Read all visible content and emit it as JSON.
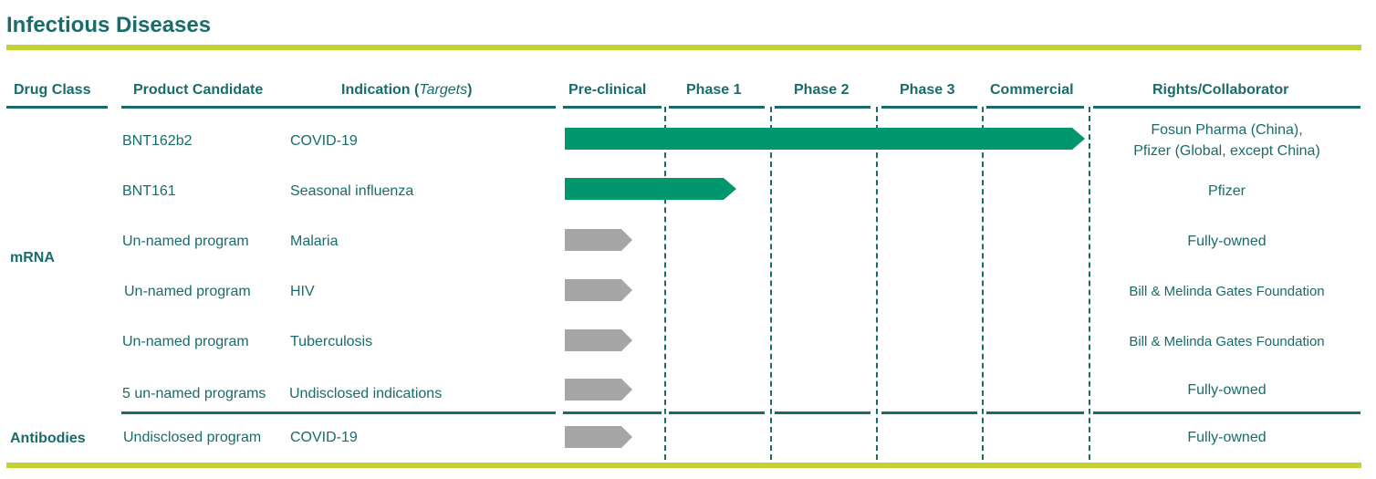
{
  "title": "Infectious Diseases",
  "headers": {
    "drug_class": "Drug Class",
    "product_candidate": "Product Candidate",
    "indication": "Indication",
    "indication_targets": "Targets",
    "preclinical": "Pre-clinical",
    "phase1": "Phase 1",
    "phase2": "Phase 2",
    "phase3": "Phase 3",
    "commercial": "Commercial",
    "rights": "Rights/Collaborator"
  },
  "drug_classes": {
    "mrna": "mRNA",
    "antibodies": "Antibodies"
  },
  "rows": [
    {
      "product": "BNT162b2",
      "indication": "COVID-19",
      "rights_line1": "Fosun Pharma (China),",
      "rights_line2": "Pfizer (Global, except China)",
      "stage": "Commercial",
      "stage_progress": 1.0
    },
    {
      "product": "BNT161",
      "indication": "Seasonal influenza",
      "rights_line1": "Pfizer",
      "rights_line2": "",
      "stage": "Phase 1",
      "stage_progress": 0.33
    },
    {
      "product": "Un-named program",
      "indication": "Malaria",
      "rights_line1": "Fully-owned",
      "rights_line2": "",
      "stage": "Pre-clinical",
      "stage_progress": 0.13
    },
    {
      "product": "Un-named program",
      "indication": "HIV",
      "rights_line1": "Bill & Melinda Gates Foundation",
      "rights_line2": "",
      "stage": "Pre-clinical",
      "stage_progress": 0.13
    },
    {
      "product": "Un-named program",
      "indication": "Tuberculosis",
      "rights_line1": "Bill & Melinda Gates Foundation",
      "rights_line2": "",
      "stage": "Pre-clinical",
      "stage_progress": 0.13
    },
    {
      "product": "5 un-named programs",
      "indication": "Undisclosed indications",
      "rights_line1": "Fully-owned",
      "rights_line2": "",
      "stage": "Pre-clinical",
      "stage_progress": 0.13
    },
    {
      "product": "Undisclosed program",
      "indication": "COVID-19",
      "rights_line1": "Fully-owned",
      "rights_line2": "",
      "stage": "Pre-clinical",
      "stage_progress": 0.13
    }
  ],
  "colors": {
    "text": "#1a6b6b",
    "accent_bar": "#c3d133",
    "active_arrow": "#00966e",
    "preclinical_arrow": "#a6a6a6"
  }
}
